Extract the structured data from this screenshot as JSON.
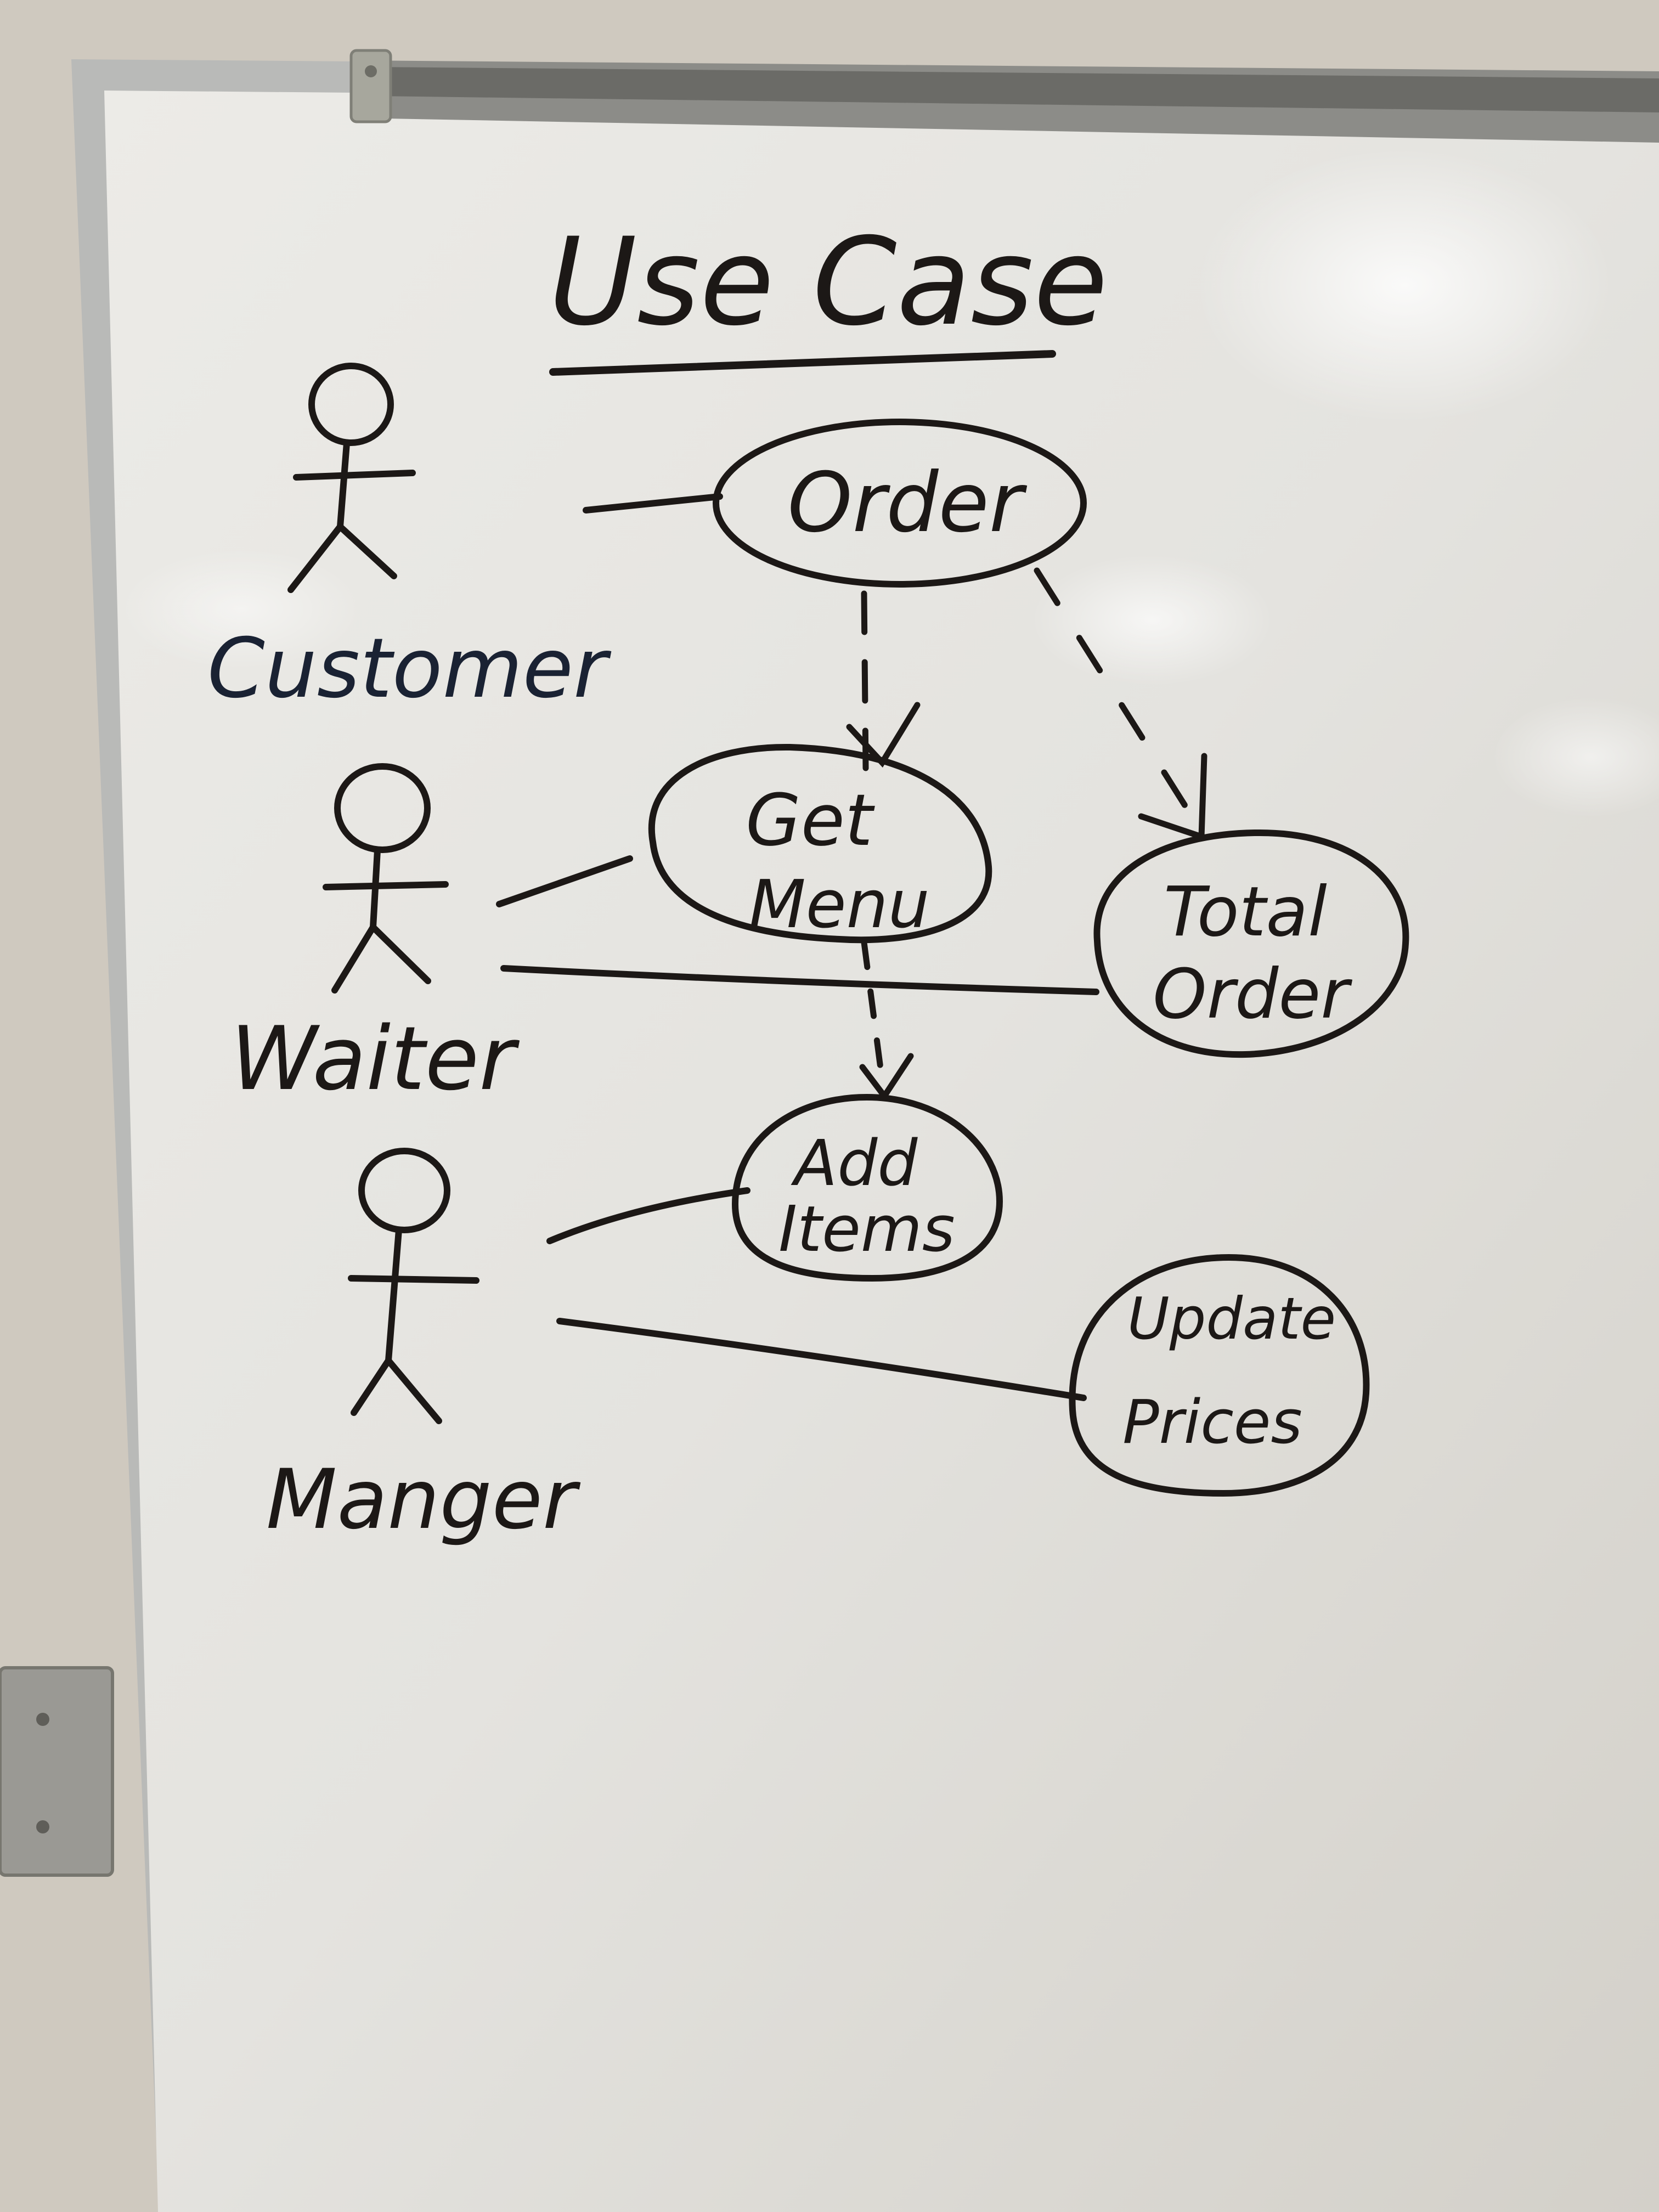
{
  "diagram": {
    "title": "Use Case",
    "actors": [
      {
        "id": "customer",
        "label": "Customer"
      },
      {
        "id": "waiter",
        "label": "Waiter"
      },
      {
        "id": "manager",
        "label": "Manger"
      }
    ],
    "use_cases": [
      {
        "id": "order",
        "label_lines": [
          "Order"
        ]
      },
      {
        "id": "get-menu",
        "label_lines": [
          "Get",
          "Menu"
        ]
      },
      {
        "id": "total-order",
        "label_lines": [
          "Total",
          "Order"
        ]
      },
      {
        "id": "add-items",
        "label_lines": [
          "Add",
          "Items"
        ]
      },
      {
        "id": "update-prices",
        "label_lines": [
          "Update",
          "Prices"
        ]
      }
    ],
    "associations": [
      {
        "from": "customer",
        "to": "order",
        "style": "solid"
      },
      {
        "from": "waiter",
        "to": "get-menu",
        "style": "solid"
      },
      {
        "from": "waiter",
        "to": "total-order",
        "style": "solid"
      },
      {
        "from": "manager",
        "to": "add-items",
        "style": "solid"
      },
      {
        "from": "manager",
        "to": "update-prices",
        "style": "solid"
      },
      {
        "from": "order",
        "to": "get-menu",
        "style": "dashed-arrow"
      },
      {
        "from": "order",
        "to": "total-order",
        "style": "dashed-arrow"
      },
      {
        "from": "get-menu",
        "to": "add-items",
        "style": "dashed-arrow"
      }
    ]
  },
  "colors": {
    "wall": "#cfc9bf",
    "board": "#e6e5e1",
    "frame": "#b9bab8",
    "ink": "#1c1816",
    "ink_blue": "#1a2233"
  }
}
